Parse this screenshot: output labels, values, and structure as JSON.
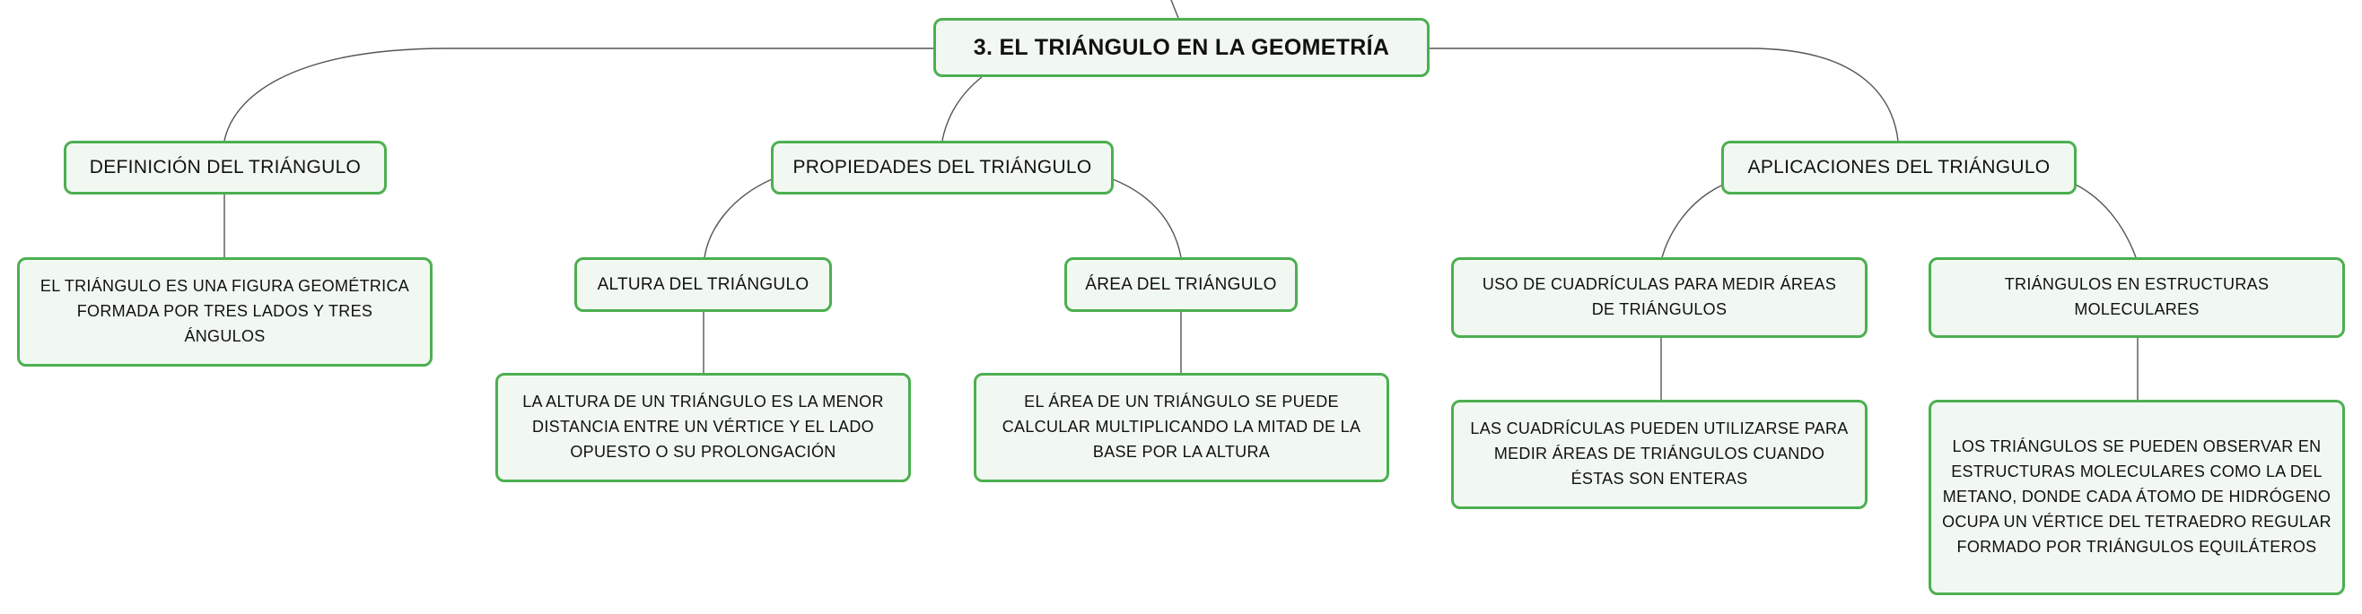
{
  "mindmap": {
    "root": {
      "label": "3. EL TRIÁNGULO EN LA GEOMETRÍA"
    },
    "definicion": {
      "label": "DEFINICIÓN DEL TRIÁNGULO",
      "detail": "EL TRIÁNGULO ES UNA FIGURA GEOMÉTRICA FORMADA POR TRES LADOS Y TRES ÁNGULOS"
    },
    "propiedades": {
      "label": "PROPIEDADES DEL TRIÁNGULO",
      "altura": {
        "label": "ALTURA DEL TRIÁNGULO",
        "detail": "LA ALTURA DE UN TRIÁNGULO ES LA MENOR DISTANCIA ENTRE UN VÉRTICE Y EL LADO OPUESTO O SU PROLONGACIÓN"
      },
      "area": {
        "label": "ÁREA DEL TRIÁNGULO",
        "detail": "EL ÁREA DE UN TRIÁNGULO SE PUEDE CALCULAR MULTIPLICANDO LA MITAD DE LA BASE POR LA ALTURA"
      }
    },
    "aplicaciones": {
      "label": "APLICACIONES DEL TRIÁNGULO",
      "cuadriculas": {
        "label": "USO DE CUADRÍCULAS PARA MEDIR ÁREAS DE TRIÁNGULOS",
        "detail": "LAS CUADRÍCULAS PUEDEN UTILIZARSE PARA MEDIR ÁREAS DE TRIÁNGULOS CUANDO ÉSTAS SON ENTERAS"
      },
      "moleculas": {
        "label": "TRIÁNGULOS EN ESTRUCTURAS MOLECULARES",
        "detail": "LOS TRIÁNGULOS SE PUEDEN OBSERVAR EN ESTRUCTURAS MOLECULARES COMO LA DEL METANO, DONDE CADA ÁTOMO DE HIDRÓGENO OCUPA UN VÉRTICE DEL TETRAEDRO REGULAR FORMADO POR TRIÁNGULOS EQUILÁTEROS"
      }
    },
    "colors": {
      "node_border": "#4caf50",
      "node_fill": "#f1f8f1",
      "connector": "#555555"
    }
  }
}
